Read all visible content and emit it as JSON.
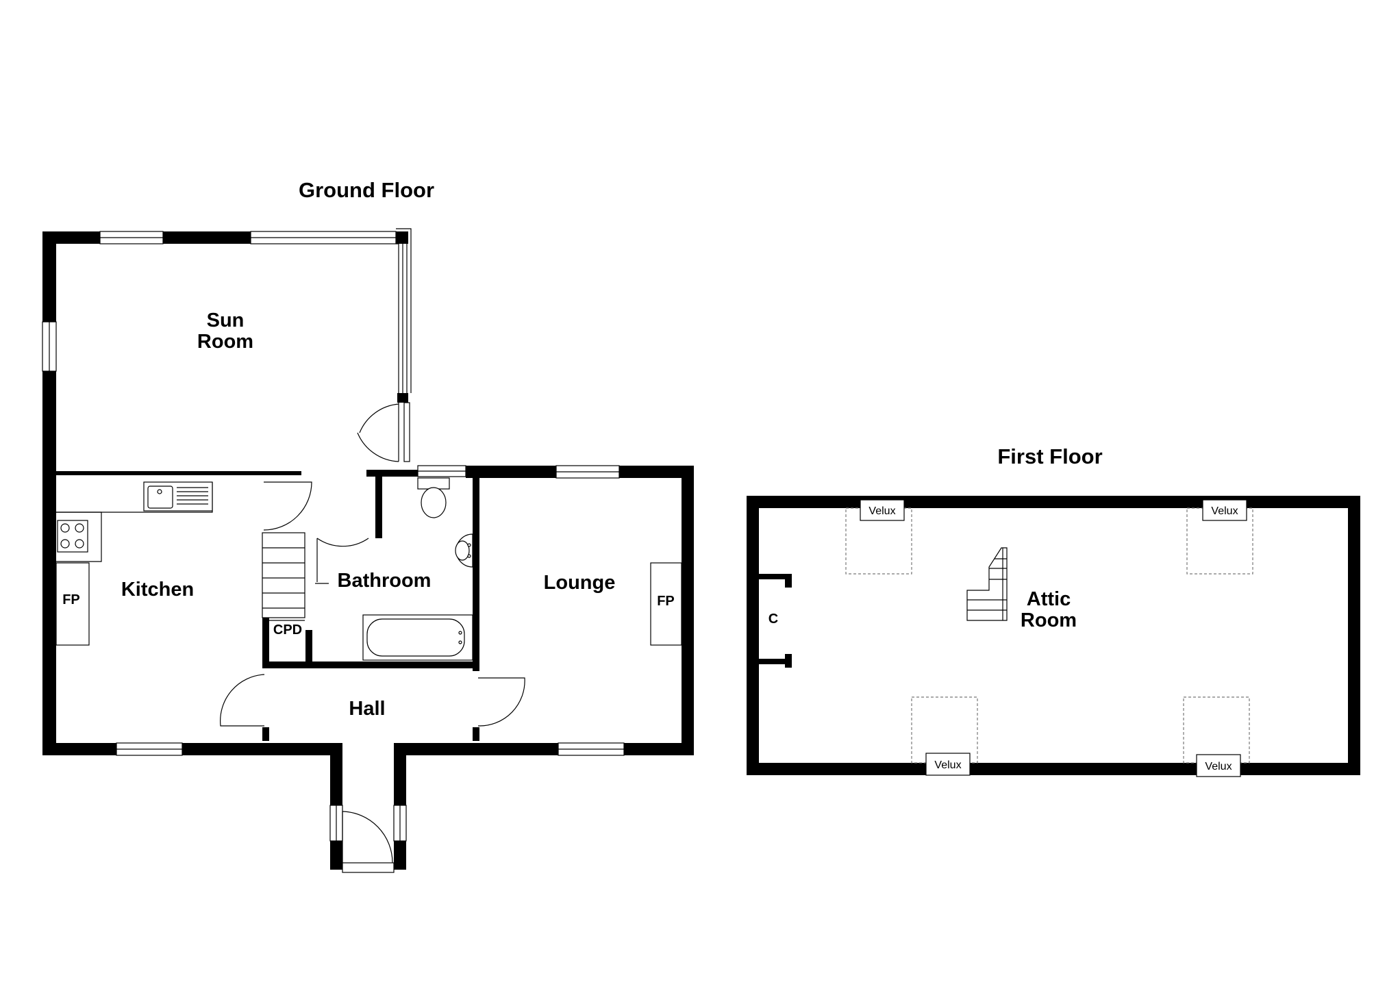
{
  "ground_floor": {
    "title": "Ground Floor",
    "rooms": {
      "sun_room_line1": "Sun",
      "sun_room_line2": "Room",
      "kitchen": "Kitchen",
      "bathroom": "Bathroom",
      "lounge": "Lounge",
      "hall": "Hall",
      "cpd": "CPD",
      "kitchen_fp": "FP",
      "lounge_fp": "FP"
    }
  },
  "first_floor": {
    "title": "First Floor",
    "rooms": {
      "attic_line1": "Attic",
      "attic_line2": "Room",
      "cupboard": "C"
    },
    "velux_windows": [
      "Velux",
      "Velux",
      "Velux",
      "Velux"
    ]
  },
  "colors": {
    "wall": "#000000",
    "background": "#ffffff",
    "dashed_outline": "#777777"
  }
}
